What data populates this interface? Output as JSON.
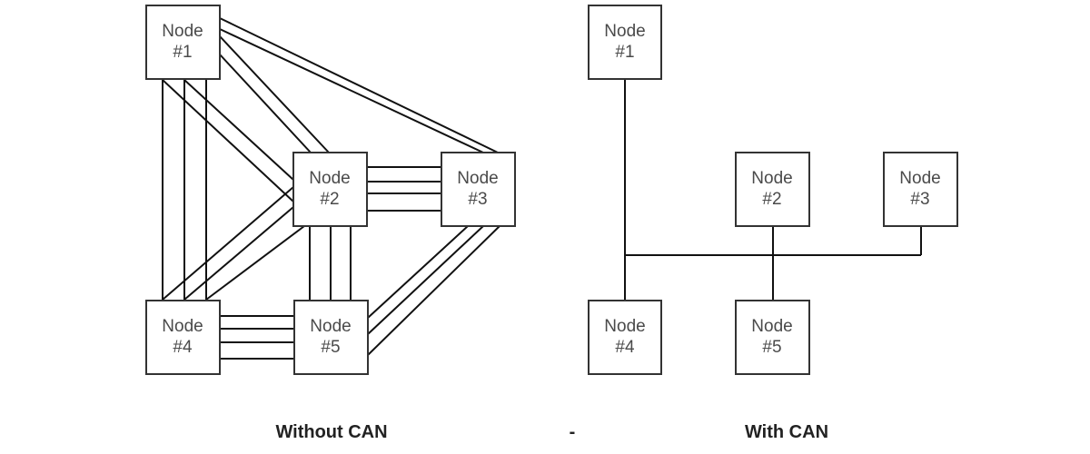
{
  "left_diagram": {
    "caption": "Without CAN",
    "nodes": [
      {
        "line1": "Node",
        "line2": "#1"
      },
      {
        "line1": "Node",
        "line2": "#2"
      },
      {
        "line1": "Node",
        "line2": "#3"
      },
      {
        "line1": "Node",
        "line2": "#4"
      },
      {
        "line1": "Node",
        "line2": "#5"
      }
    ]
  },
  "separator": "-",
  "right_diagram": {
    "caption": "With CAN",
    "nodes": [
      {
        "line1": "Node",
        "line2": "#1"
      },
      {
        "line1": "Node",
        "line2": "#2"
      },
      {
        "line1": "Node",
        "line2": "#3"
      },
      {
        "line1": "Node",
        "line2": "#4"
      },
      {
        "line1": "Node",
        "line2": "#5"
      }
    ]
  },
  "colors": {
    "line": "#111111",
    "box_border": "#333333",
    "node_text": "#4a4a4a",
    "caption": "#222222"
  }
}
